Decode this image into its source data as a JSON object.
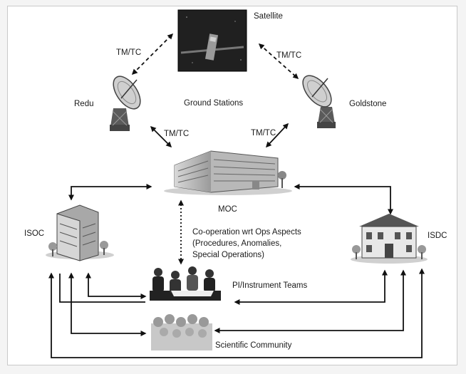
{
  "nodes": {
    "satellite": "Satellite",
    "redu": "Redu",
    "goldstone": "Goldstone",
    "ground_stations": "Ground Stations",
    "moc": "MOC",
    "isoc": "ISOC",
    "isdc": "ISDC",
    "pi_teams": "PI/Instrument Teams",
    "science": "Scientific Community"
  },
  "links": {
    "tmtc_left_top": "TM/TC",
    "tmtc_right_top": "TM/TC",
    "tmtc_left_bottom": "TM/TC",
    "tmtc_right_bottom": "TM/TC"
  },
  "cooperation": {
    "line1": "Co-operation wrt Ops Aspects",
    "line2": "(Procedures, Anomalies,",
    "line3": "Special Operations)"
  }
}
